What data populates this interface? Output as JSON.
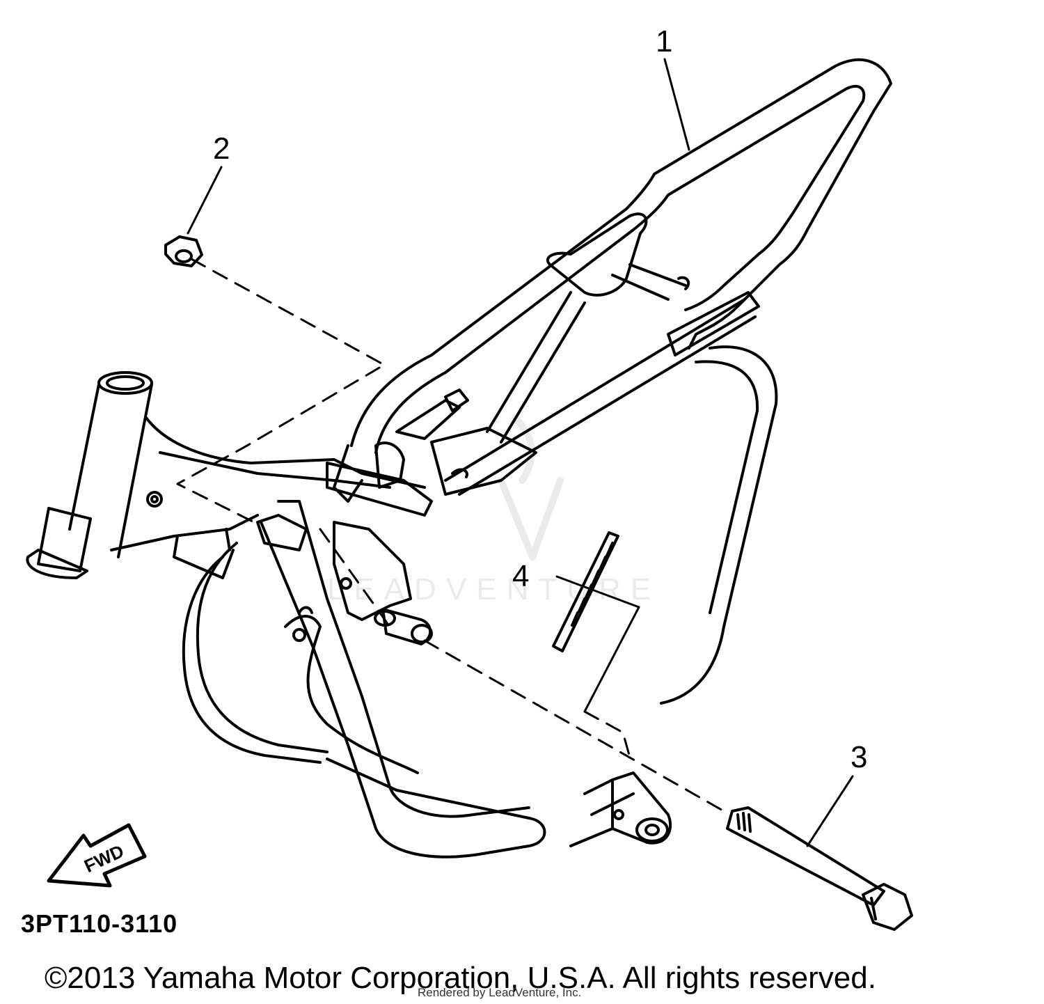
{
  "labels": {
    "part_1": "1",
    "part_2": "2",
    "part_3": "3",
    "part_4": "4"
  },
  "direction_label": "FWD",
  "diagram_code": "3PT110-3110",
  "copyright": "©2013 Yamaha Motor Corporation, U.S.A. All rights reserved.",
  "rendered_by": "Rendered by LeadVenture, Inc.",
  "watermark": "LEADVENTURE",
  "colors": {
    "line": "#000000",
    "background": "#ffffff"
  }
}
